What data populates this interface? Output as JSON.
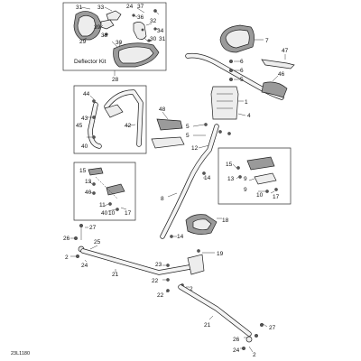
{
  "diagram_id": "23L1180",
  "kit_caption": "Deflector Kit",
  "callouts": {
    "c1": "1",
    "c2a": "2",
    "c2b": "2",
    "c4": "4",
    "c5a": "5",
    "c5b": "5",
    "c5c": "5",
    "c6a": "6",
    "c6b": "6",
    "c7": "7",
    "c8": "8",
    "c9a": "9",
    "c9b": "9",
    "c10a": "10",
    "c10b": "10",
    "c11": "11",
    "c12": "12",
    "c13a": "13",
    "c13b": "13",
    "c14a": "14",
    "c14b": "14",
    "c15a": "15",
    "c15b": "15",
    "c17a": "17",
    "c17b": "17",
    "c18": "18",
    "c19": "19",
    "c21a": "21",
    "c21b": "21",
    "c22a": "22",
    "c22b": "22",
    "c23": "23",
    "c24a": "24",
    "c24b": "24",
    "c25": "25",
    "c26a": "26",
    "c26b": "26",
    "c27a": "27",
    "c27b": "27",
    "c28": "28",
    "c29": "29",
    "c30a": "30",
    "c30b": "30",
    "c31a": "31",
    "c31b": "31",
    "c32": "32",
    "c33": "33",
    "c34": "34",
    "c36": "36",
    "c37": "37",
    "c38": "38",
    "c39": "39",
    "c40a": "40",
    "c40b": "40",
    "c40c": "40",
    "c42": "42",
    "c43": "43",
    "c44": "44",
    "c45": "45",
    "c46": "46",
    "c47": "47",
    "c48": "48"
  }
}
